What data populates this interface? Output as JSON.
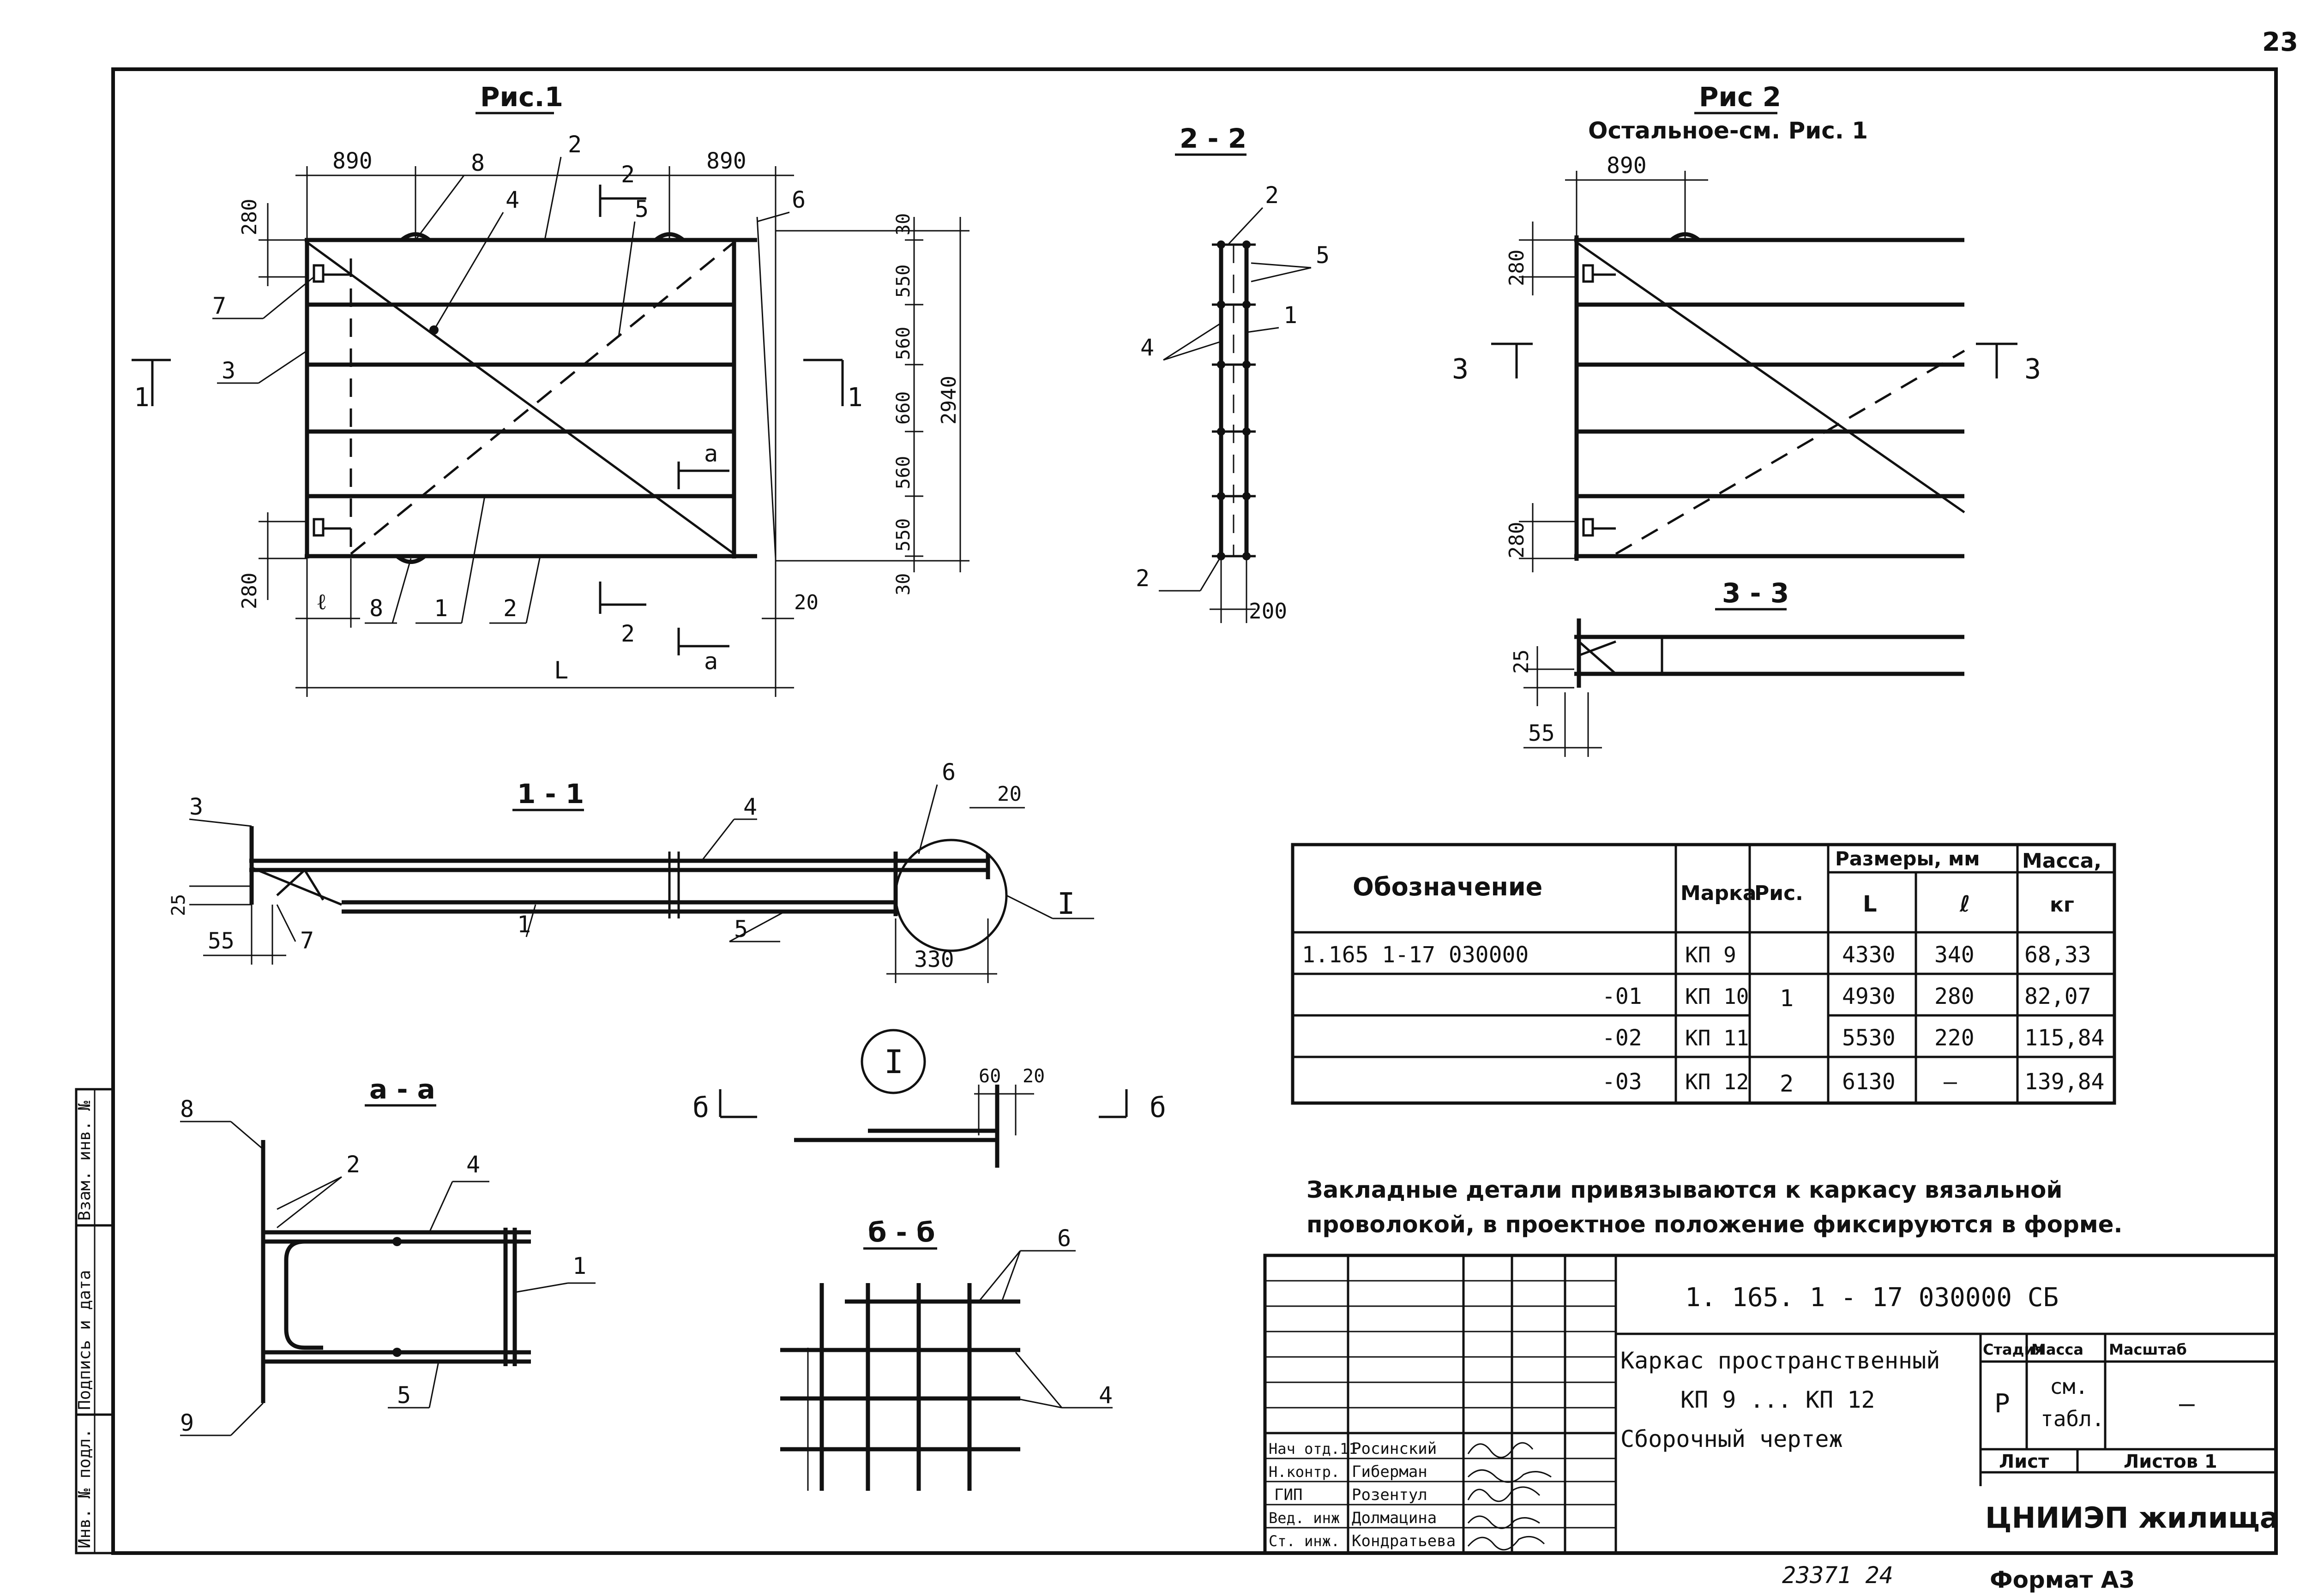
{
  "page_number": "23",
  "fig1": {
    "title": "Рис.1",
    "dims": {
      "d890a": "890",
      "d890b": "890",
      "d280a": "280",
      "d280b": "280",
      "d30a": "30",
      "d550a": "550",
      "d560a": "560",
      "d660": "660",
      "d560b": "560",
      "d550b": "550",
      "d30b": "30",
      "d2940": "2940",
      "d20": "20",
      "dL": "L",
      "dl": "ℓ"
    },
    "pos": {
      "p8a": "8",
      "p2a": "2",
      "p4": "4",
      "p5": "5",
      "p6": "6",
      "p7": "7",
      "p3": "3",
      "p1": "1",
      "p2b": "2",
      "p8b": "8"
    },
    "cuts": {
      "c1l": "1",
      "c1r": "1",
      "c2t": "2",
      "c2b": "2",
      "cat": "a",
      "cab": "a"
    }
  },
  "fig2": {
    "title": "Рис 2",
    "subtitle": "Остальное-см. Рис. 1",
    "dims": {
      "d890": "890",
      "d280a": "280",
      "d280b": "280"
    },
    "cuts": {
      "c3l": "3",
      "c3r": "3"
    }
  },
  "sec22": {
    "title": "2 - 2",
    "pos": {
      "p2a": "2",
      "p5": "5",
      "p4": "4",
      "p1": "1",
      "p2b": "2"
    },
    "dims": {
      "d200": "200"
    }
  },
  "sec33": {
    "title": "3 - 3",
    "dims": {
      "d25": "25",
      "d55": "55"
    }
  },
  "sec11": {
    "title": "1 - 1",
    "pos": {
      "p3": "3",
      "p4": "4",
      "p6": "6",
      "p7": "7",
      "p1": "1",
      "p5": "5"
    },
    "dims": {
      "d20": "20",
      "d25": "25",
      "d55": "55",
      "d330": "330"
    },
    "node_label": "I"
  },
  "secaa": {
    "title": "a - a",
    "pos": {
      "p8": "8",
      "p2": "2",
      "p4": "4",
      "p1": "1",
      "p5": "5",
      "p9": "9"
    }
  },
  "nodeI": {
    "label": "I",
    "dims": {
      "d60": "60",
      "d20": "20"
    },
    "cut_left": "б",
    "cut_right": "б"
  },
  "secbb": {
    "title": "б - б",
    "pos": {
      "p6": "6",
      "p4": "4"
    }
  },
  "table": {
    "headers": {
      "designation": "Обозначение",
      "mark": "Марка",
      "fig": "Рис.",
      "sizes": "Размеры, мм",
      "L": "L",
      "l": "ℓ",
      "mass": "Масса,",
      "mass_unit": "кг"
    },
    "rows": [
      {
        "designation": "1.165 1-17   030000",
        "mark": "КП 9",
        "fig": "",
        "L": "4330",
        "l": "340",
        "mass": "68,33"
      },
      {
        "designation": "-01",
        "mark": "КП 10",
        "fig": "1",
        "L": "4930",
        "l": "280",
        "mass": "82,07"
      },
      {
        "designation": "-02",
        "mark": "КП 11",
        "fig": "",
        "L": "5530",
        "l": "220",
        "mass": "115,84"
      },
      {
        "designation": "-03",
        "mark": "КП 12",
        "fig": "2",
        "L": "6130",
        "l": "—",
        "mass": "139,84"
      }
    ]
  },
  "note": {
    "line1": "Закладные детали привязываются к каркасу вязальной",
    "line2": "проволокой, в проектное положение фиксируются в форме."
  },
  "title_block": {
    "doc_code": "1. 165. 1 - 17     030000 СБ",
    "name_line1": "Каркас пространственный",
    "name_line2": "КП 9 ... КП 12",
    "name_line3": "Сборочный чертеж",
    "stage_label": "Стадия",
    "mass_label": "Масса",
    "scale_label": "Масштаб",
    "stage_value": "Р",
    "mass_value_1": "см.",
    "mass_value_2": "табл.",
    "scale_value": "—",
    "sheet_label": "Лист",
    "sheets_label": "Листов 1",
    "org": "ЦНИИЭП жилища",
    "roles": [
      {
        "role": "Нач отд.11",
        "name": "Росинский"
      },
      {
        "role": "Н.контр.",
        "name": "Гиберман"
      },
      {
        "role": "ГИП",
        "name": "Розентул"
      },
      {
        "role": "Вед. инж",
        "name": "Долмацина"
      },
      {
        "role": "Ст. инж.",
        "name": "Кондратьева"
      }
    ]
  },
  "side_stamp": {
    "c1": "Инв. № подл.",
    "c2": "Подпись и дата",
    "c3": "Взам. инв. №"
  },
  "footer": {
    "archive": "23371  24",
    "format": "Формат А3"
  }
}
